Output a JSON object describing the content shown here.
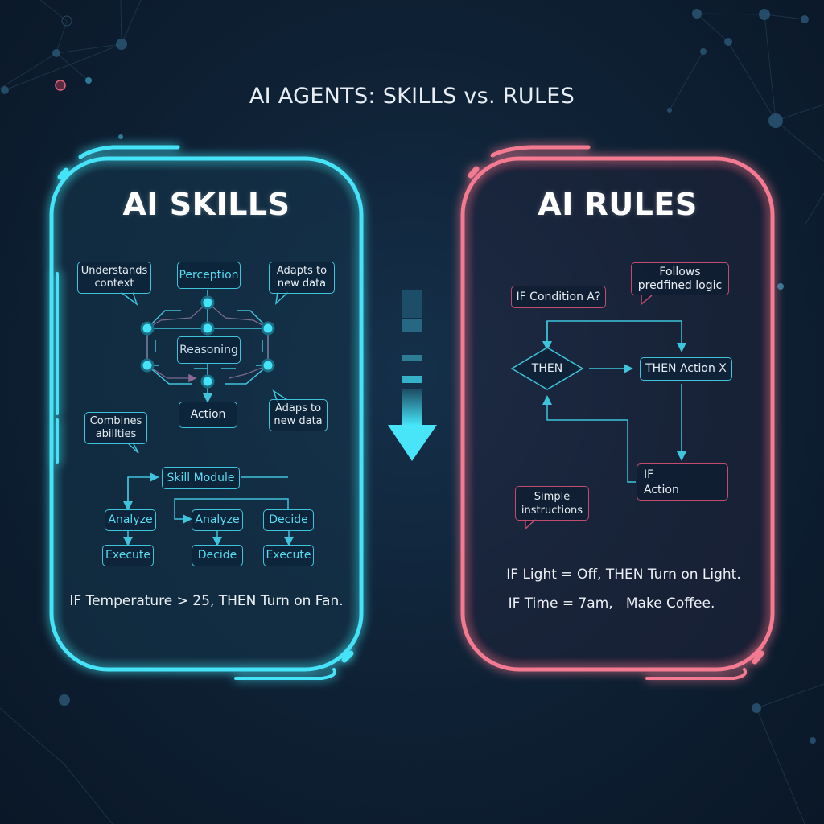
{
  "title": "AI AGENTS: SKILLS vs. RULES",
  "colors": {
    "skills_accent": "#45e3f7",
    "rules_accent": "#f47a92",
    "background": "#0f2236",
    "text": "#ffffff"
  },
  "skills": {
    "heading": "AI SKILLS",
    "bubbles": {
      "understands_context": "Understands\ncontext",
      "adapts_top": "Adapts to\nnew data",
      "adapts_bottom": "Adaps to\nnew data",
      "combines": "Combines\nabillties"
    },
    "network": {
      "perception": "Perception",
      "reasoning": "Reasoning",
      "action": "Action"
    },
    "module": {
      "skill_module": "Skill Module",
      "col1_top": "Analyze",
      "col1_bottom": "Execute",
      "col2_top": "Analyze",
      "col2_bottom": "Decide",
      "col3_top": "Decide",
      "col3_bottom": "Execute"
    },
    "example": "IF Temperature > 25, THEN Turn on Fan."
  },
  "center_arrow": {
    "icon": "arrow-down-icon",
    "direction": "down"
  },
  "rules": {
    "heading": "AI RULES",
    "condition": "IF Condition A?",
    "bubble_logic": "Follows\npredfined logic",
    "diamond": "THEN",
    "action_x": "THEN Action X",
    "if_action": "IF\nAction",
    "bubble_simple": "Simple\ninstructions",
    "example_1": "IF Light = Off, THEN Turn on Light.",
    "example_2": "IF Time = 7am,   Make Coffee."
  }
}
